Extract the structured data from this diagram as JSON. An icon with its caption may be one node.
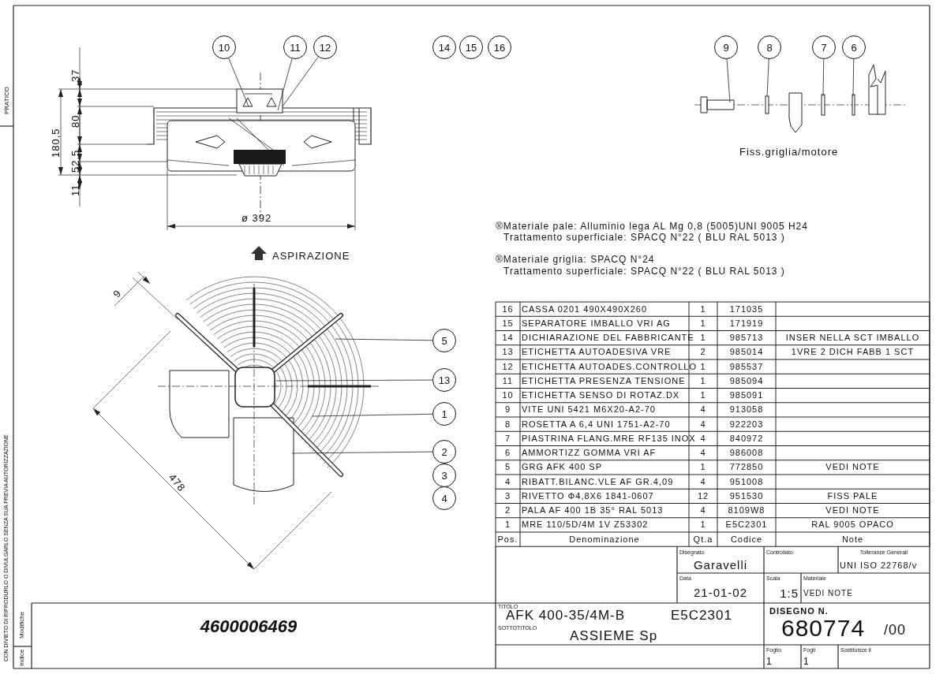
{
  "diagram": {
    "nodes": [
      {
        "text": [
          "10"
        ]
      },
      {
        "text": [
          "11"
        ]
      },
      {
        "text": [
          "12"
        ]
      },
      {
        "text": [
          "14"
        ]
      },
      {
        "text": [
          "15"
        ]
      },
      {
        "text": [
          "16"
        ]
      },
      {
        "text": [
          "9"
        ]
      },
      {
        "text": [
          "8"
        ]
      },
      {
        "text": [
          "7"
        ]
      },
      {
        "text": [
          "6"
        ]
      },
      {
        "text": [
          "5"
        ]
      },
      {
        "text": [
          "13"
        ]
      },
      {
        "text": [
          "1"
        ]
      },
      {
        "text": [
          "2"
        ]
      },
      {
        "text": [
          "3"
        ]
      },
      {
        "text": [
          "4"
        ]
      }
    ],
    "edges": [
      {
        "from": 0,
        "to": null,
        "arrow": "none"
      },
      {
        "from": 1,
        "to": null,
        "arrow": "none"
      },
      {
        "from": 2,
        "to": null,
        "arrow": "none"
      },
      {
        "from": 6,
        "to": null,
        "arrow": "none"
      },
      {
        "from": 7,
        "to": null,
        "arrow": "none"
      },
      {
        "from": 8,
        "to": null,
        "arrow": "none"
      },
      {
        "from": 9,
        "to": null,
        "arrow": "none"
      },
      {
        "from": 10,
        "to": null,
        "arrow": "none"
      },
      {
        "from": 11,
        "to": null,
        "arrow": "none"
      },
      {
        "from": 12,
        "to": null,
        "arrow": "none"
      },
      {
        "from": 13,
        "to": null,
        "arrow": "none"
      }
    ],
    "labels": [
      "PRATICO",
      "37",
      "180,5",
      "80",
      "52,5",
      "11",
      "ø 392",
      "ASPIRAZIONE",
      "Fiss.griglia/motore",
      "®Materiale pale: Alluminio lega AL Mg 0,8 (5005)UNI 9005 H24",
      "Trattamento superficiale: SPACQ N°22 ( BLU RAL 5013 )",
      "®Materiale griglia: SPACQ N°24",
      "Trattamento superficiale: SPACQ N°22 ( BLU RAL 5013 )",
      "9",
      "478",
      "16",
      "CASSA 0201 490X490X260",
      "1",
      "171035",
      "15",
      "SEPARATORE IMBALLO VRI AG",
      "1",
      "171919",
      "14",
      "DICHIARAZIONE DEL FABBRICANTE",
      "1",
      "985713",
      "INSER NELLA SCT IMBALLO",
      "13",
      "ETICHETTA AUTOADESIVA VRE",
      "2",
      "985014",
      "1VRE 2 DICH FABB 1 SCT",
      "12",
      "ETICHETTA AUTOADES.CONTROLLO",
      "1",
      "985537",
      "11",
      "ETICHETTA PRESENZA TENSIONE",
      "1",
      "985094",
      "10",
      "ETICHETTA SENSO DI ROTAZ.DX",
      "1",
      "985091",
      "9",
      "VITE UNI 5421 M6X20-A2-70",
      "4",
      "913058",
      "8",
      "ROSETTA A 6,4 UNI 1751-A2-70",
      "4",
      "922203",
      "7",
      "PIASTRINA FLANG.MRE RF135 INOX",
      "4",
      "840972",
      "6",
      "AMMORTIZZ GOMMA VRI AF",
      "4",
      "986008",
      "5",
      "GRG AFK 400 SP",
      "1",
      "772850",
      "VEDI NOTE",
      "4",
      "RIBATT.BILANC.VLE AF GR.4,09",
      "4",
      "951008",
      "3",
      "RIVETTO Φ4,8X6 1841-0607",
      "12",
      "951530",
      "FISS PALE",
      "2",
      "PALA AF 400 1B 35° RAL 5013",
      "4",
      "8109W8",
      "VEDI NOTE",
      "1",
      "MRE 110/5D/4M 1V Z53302",
      "1",
      "E5C2301",
      "RAL 9005 OPACO",
      "Pos.",
      "Denominazione",
      "Qt.a",
      "Codice",
      "Note",
      "Disegnato",
      "Garavelli",
      "Controllato",
      "Tolleranze Generali",
      "UNI ISO 22768/v",
      "Data",
      "21-01-02",
      "Scala",
      "1:5",
      "Materiale",
      "VEDI NOTE",
      "TITOLO",
      "AFK 400-35/4M-B",
      "E5C2301",
      "SOTTOTITOLO",
      "ASSIEME Sp",
      "DISEGNO N.",
      "680774",
      "/00",
      "Foglio",
      "1",
      "Fogli",
      "1",
      "Sostituisce il",
      "4600006469",
      "Modifiche",
      "Indice",
      "CON DIVIETO DI RIPRODURLO O DIVULGARLO SENZA SUA PREVIA AUTORIZZAZIONE"
    ]
  }
}
